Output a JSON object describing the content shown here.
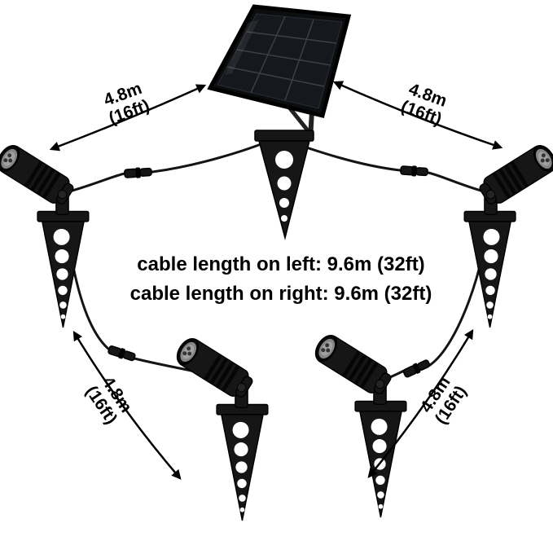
{
  "notes": {
    "line1": "cable length on left: 9.6m (32ft)",
    "line2": "cable length on right: 9.6m (32ft)"
  },
  "labels": {
    "top_left": {
      "value": "4.8m",
      "unit": "(16ft)"
    },
    "top_right": {
      "value": "4.8m",
      "unit": "(16ft)"
    },
    "bottom_left": {
      "value": "4.8m",
      "unit": "(16ft)"
    },
    "bottom_right": {
      "value": "4.8m",
      "unit": "(16ft)"
    }
  },
  "colors": {
    "background": "#ffffff",
    "ink": "#000000",
    "device_black": "#161616",
    "panel_cell": "#15181c"
  }
}
